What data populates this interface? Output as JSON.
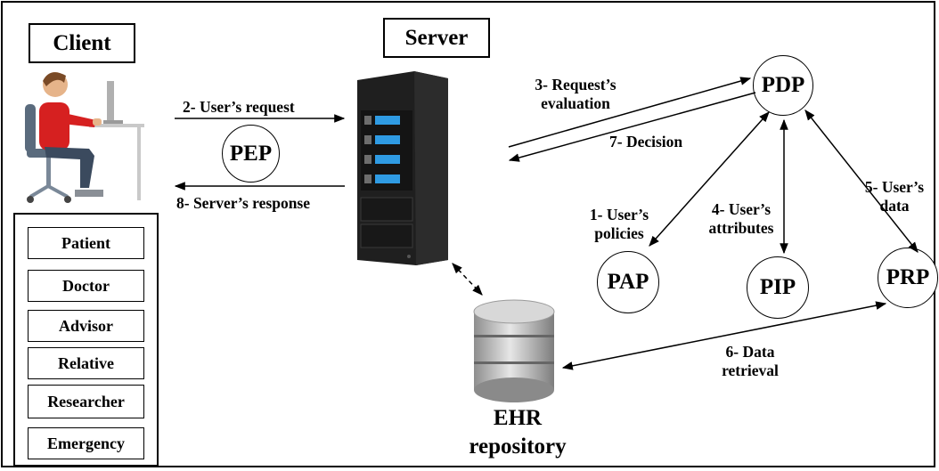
{
  "client": {
    "title": "Client"
  },
  "server": {
    "title": "Server"
  },
  "roles": [
    "Patient",
    "Doctor",
    "Advisor",
    "Relative",
    "Researcher",
    "Emergency"
  ],
  "nodes": {
    "pep": "PEP",
    "pdp": "PDP",
    "pap": "PAP",
    "pip": "PIP",
    "prp": "PRP"
  },
  "repository": {
    "label": "EHR\nrepository"
  },
  "steps": {
    "s1": "1- User’s\npolicies",
    "s2": "2- User’s request",
    "s3": "3- Request’s\nevaluation",
    "s4": "4- User’s\nattributes",
    "s5": "5- User’s\ndata",
    "s6": "6- Data\nretrieval",
    "s7": "7- Decision",
    "s8": "8- Server’s response"
  },
  "colors": {
    "shirt": "#d62020",
    "pants": "#3b4a5e",
    "chair": "#5a6b7d",
    "server_body": "#1f1f1f",
    "drive_light": "#2f9be3",
    "db_silver": "#b7b7b7"
  },
  "icons": {
    "client": "person-at-computer-icon",
    "server": "server-tower-icon",
    "repository": "database-icon"
  }
}
